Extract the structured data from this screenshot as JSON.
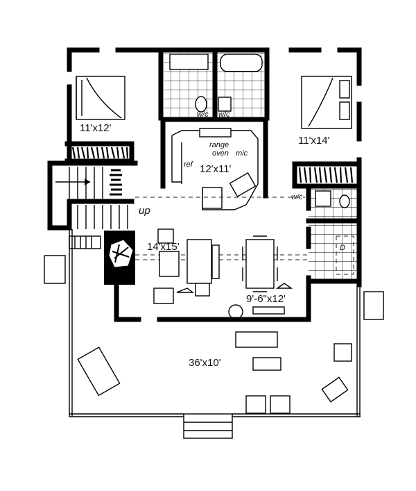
{
  "rooms": {
    "bedroom_left": "11'x12'",
    "bedroom_right": "11'x14'",
    "kitchen": "12'x11'",
    "living": "14'x15'",
    "dining": "9'-6\"x12'",
    "porch": "36'x10'"
  },
  "annotations": {
    "ref": "ref",
    "range": "range",
    "oven": "oven",
    "mic": "mic",
    "wc1": "w/c",
    "wc2": "w/c",
    "wc3": "w/c",
    "up": "up",
    "dryer": "D"
  },
  "colors": {
    "ink": "#000000",
    "paper": "#ffffff"
  }
}
